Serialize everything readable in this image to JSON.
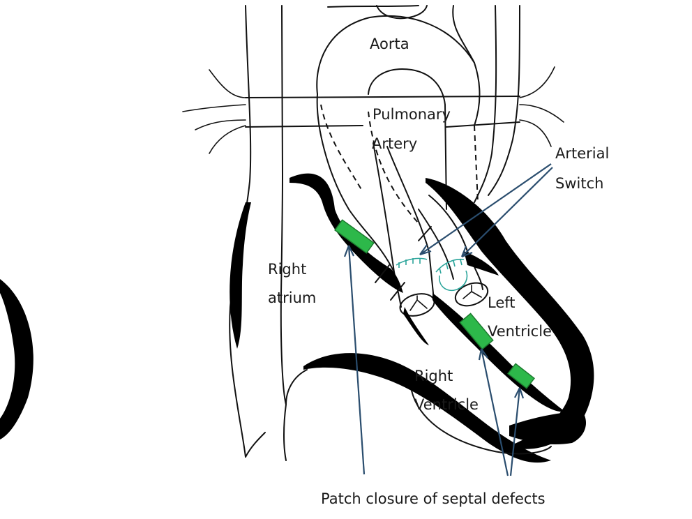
{
  "labels": {
    "aorta": "Aorta",
    "pulmonary": "Pulmonary",
    "artery": "Artery",
    "arterial": "Arterial",
    "switch": "Switch",
    "right_atrium_1": "Right",
    "right_atrium_2": "atrium",
    "left_ventricle_1": "Left",
    "left_ventricle_2": "Ventricle",
    "right_ventricle_1": "Right",
    "right_ventricle_2": "Ventricle",
    "patch_closure": "Patch closure of septal defects"
  },
  "colors": {
    "patch": "#2db84a",
    "arrow": "#2a4d6e",
    "suture": "#2aa49a",
    "wall": "#000000"
  }
}
